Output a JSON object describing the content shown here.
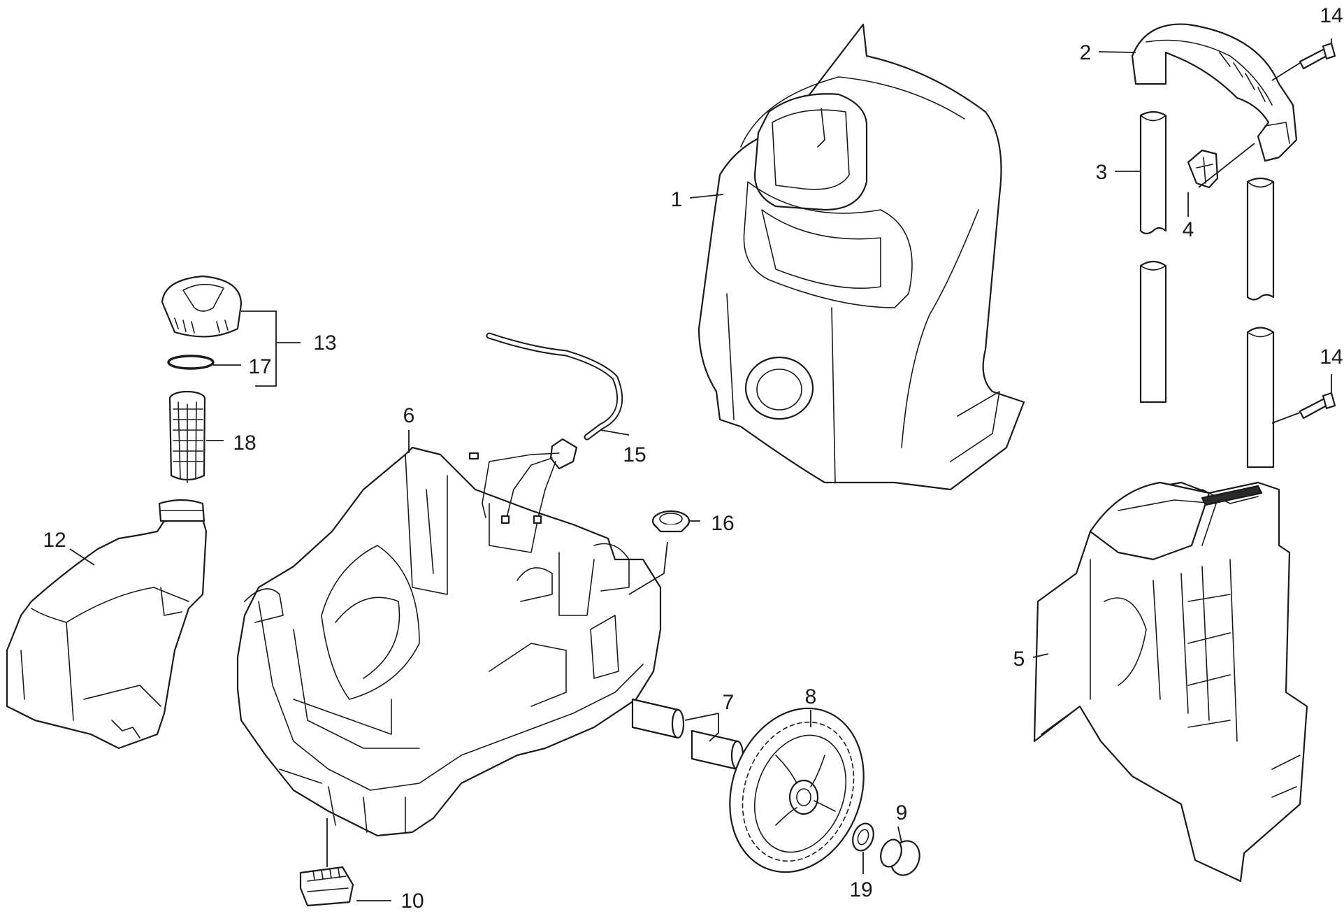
{
  "callouts": {
    "c1": "1",
    "c2": "2",
    "c3": "3",
    "c4": "4",
    "c5": "5",
    "c6": "6",
    "c7": "7",
    "c8": "8",
    "c9": "9",
    "c10": "10",
    "c12": "12",
    "c13": "13",
    "c14a": "14",
    "c14b": "14",
    "c15": "15",
    "c16": "16",
    "c17": "17",
    "c18": "18",
    "c19": "19"
  }
}
